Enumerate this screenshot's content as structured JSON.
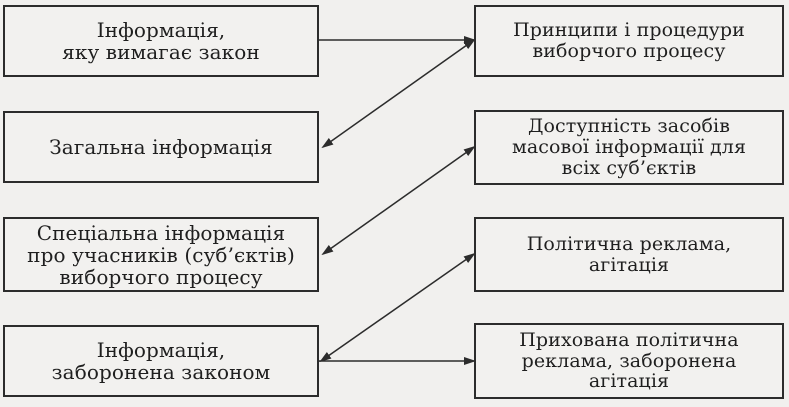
{
  "left_boxes": [
    {
      "text": "Інформація,\nяку вимагає закон"
    },
    {
      "text": "Загальна інформація"
    },
    {
      "text": "Спеціальна інформація\nпро учасників (суб’єктів)\nвиборчого процесу"
    },
    {
      "text": "Інформація,\nзаборонена законом"
    }
  ],
  "right_boxes": [
    {
      "text": "Принципи і процедури\nвиборчого процесу"
    },
    {
      "text": "Доступність засобів\nмасової інформації для\nвсіх суб’єктів"
    },
    {
      "text": "Політична реклама,\nагітація"
    },
    {
      "text": "Прихована політична\nреклама, заборонена\nагітація"
    }
  ],
  "connections": [
    {
      "from": "left_boxes.0",
      "to": "right_boxes.0",
      "direction": "forward"
    },
    {
      "from": "left_boxes.1",
      "to": "right_boxes.0",
      "direction": "both"
    },
    {
      "from": "left_boxes.2",
      "to": "right_boxes.1",
      "direction": "both"
    },
    {
      "from": "left_boxes.3",
      "to": "right_boxes.2",
      "direction": "both"
    },
    {
      "from": "left_boxes.3",
      "to": "right_boxes.3",
      "direction": "forward"
    }
  ]
}
